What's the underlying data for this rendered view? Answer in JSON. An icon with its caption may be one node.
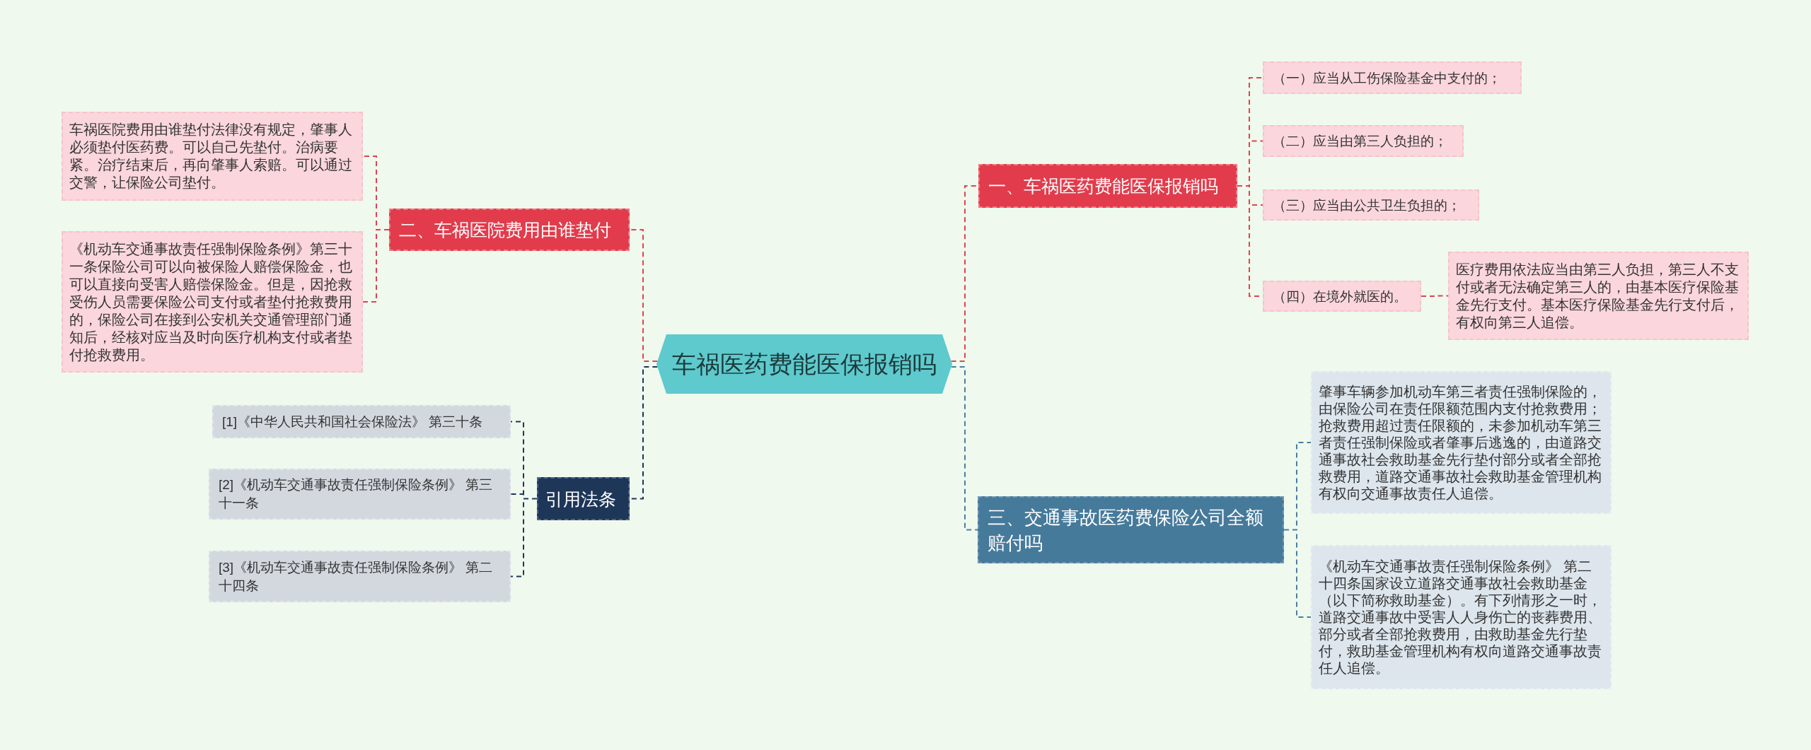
{
  "diagram": {
    "nodes": [
      {
        "text": [
          "车祸医药费能医保报销吗"
        ]
      },
      {
        "text": [
          "二、车祸医院费用由谁垫付"
        ]
      },
      {
        "text": [
          "车祸医院费用由谁垫付法律没有规定，肇事人必须垫付医药费。可以自己先垫付。治病要紧。治疗结束后，再向肇事人索赔。可以通过交警，让保险公司垫付。"
        ]
      },
      {
        "text": [
          "《机动车交通事故责任强制保险条例》第三十一条保险公司可以向被保险人赔偿保险金，也可以直接向受害人赔偿保险金。但是，因抢救受伤人员需要保险公司支付或者垫付抢救费用的，保险公司在接到公安机关交通管理部门通知后，经核对应当及时向医疗机构支付或者垫付抢救费用。"
        ]
      },
      {
        "text": [
          "引用法条"
        ]
      },
      {
        "text": [
          "[1]《中华人民共和国社会保险法》 第三十条"
        ]
      },
      {
        "text": [
          "[2]《机动车交通事故责任强制保险条例》 第三十一条"
        ]
      },
      {
        "text": [
          "[3]《机动车交通事故责任强制保险条例》 第二十四条"
        ]
      },
      {
        "text": [
          "一、车祸医药费能医保报销吗"
        ]
      },
      {
        "text": [
          "（一）应当从工伤保险基金中支付的；"
        ]
      },
      {
        "text": [
          "（二）应当由第三人负担的；"
        ]
      },
      {
        "text": [
          "（三）应当由公共卫生负担的；"
        ]
      },
      {
        "text": [
          "（四）在境外就医的。"
        ]
      },
      {
        "text": [
          "医疗费用依法应当由第三人负担，第三人不支付或者无法确定第三人的，由基本医疗保险基金先行支付。基本医疗保险基金先行支付后，有权向第三人追偿。"
        ]
      },
      {
        "text": [
          "三、交通事故医药费保险公司全额赔付吗"
        ]
      },
      {
        "text": [
          "肇事车辆参加机动车第三者责任强制保险的，由保险公司在责任限额范围内支付抢救费用；抢救费用超过责任限额的，未参加机动车第三者责任强制保险或者肇事后逃逸的，由道路交通事故社会救助基金先行垫付部分或者全部抢救费用，道路交通事故社会救助基金管理机构有权向交通事故责任人追偿。"
        ]
      },
      {
        "text": [
          "《机动车交通事故责任强制保险条例》 第二十四条国家设立道路交通事故社会救助基金（以下简称救助基金）。有下列情形之一时，道路交通事故中受害人人身伤亡的丧葬费用、部分或者全部抢救费用，由救助基金先行垫付，救助基金管理机构有权向道路交通事故责任人追偿。"
        ]
      }
    ],
    "edges": [
      {
        "from": 0,
        "to": 1,
        "arrow": "none",
        "style": "dashed"
      },
      {
        "from": 1,
        "to": 2,
        "arrow": "none",
        "style": "dashed"
      },
      {
        "from": 1,
        "to": 3,
        "arrow": "none",
        "style": "dashed"
      },
      {
        "from": 0,
        "to": 4,
        "arrow": "none",
        "style": "dashed",
        "color": "#1d3557"
      },
      {
        "from": 4,
        "to": 5,
        "arrow": "none",
        "style": "dashed",
        "color": "#1d3557"
      },
      {
        "from": 4,
        "to": 6,
        "arrow": "none",
        "style": "dashed",
        "color": "#1d3557"
      },
      {
        "from": 4,
        "to": 7,
        "arrow": "none",
        "style": "dashed",
        "color": "#1d3557"
      },
      {
        "from": 0,
        "to": 8,
        "arrow": "none",
        "style": "dashed"
      },
      {
        "from": 8,
        "to": 9,
        "arrow": "none",
        "style": "dashed"
      },
      {
        "from": 8,
        "to": 10,
        "arrow": "none",
        "style": "dashed"
      },
      {
        "from": 8,
        "to": 11,
        "arrow": "none",
        "style": "dashed"
      },
      {
        "from": 8,
        "to": 12,
        "arrow": "none",
        "style": "dashed"
      },
      {
        "from": 12,
        "to": 13,
        "arrow": "none",
        "style": "dashed"
      },
      {
        "from": 0,
        "to": 14,
        "arrow": "none",
        "style": "dashed",
        "color": "#4a7ea0"
      },
      {
        "from": 14,
        "to": 15,
        "arrow": "none",
        "style": "dashed",
        "color": "#4a7ea0"
      },
      {
        "from": 14,
        "to": 16,
        "arrow": "none",
        "style": "dashed",
        "color": "#4a7ea0"
      }
    ]
  }
}
